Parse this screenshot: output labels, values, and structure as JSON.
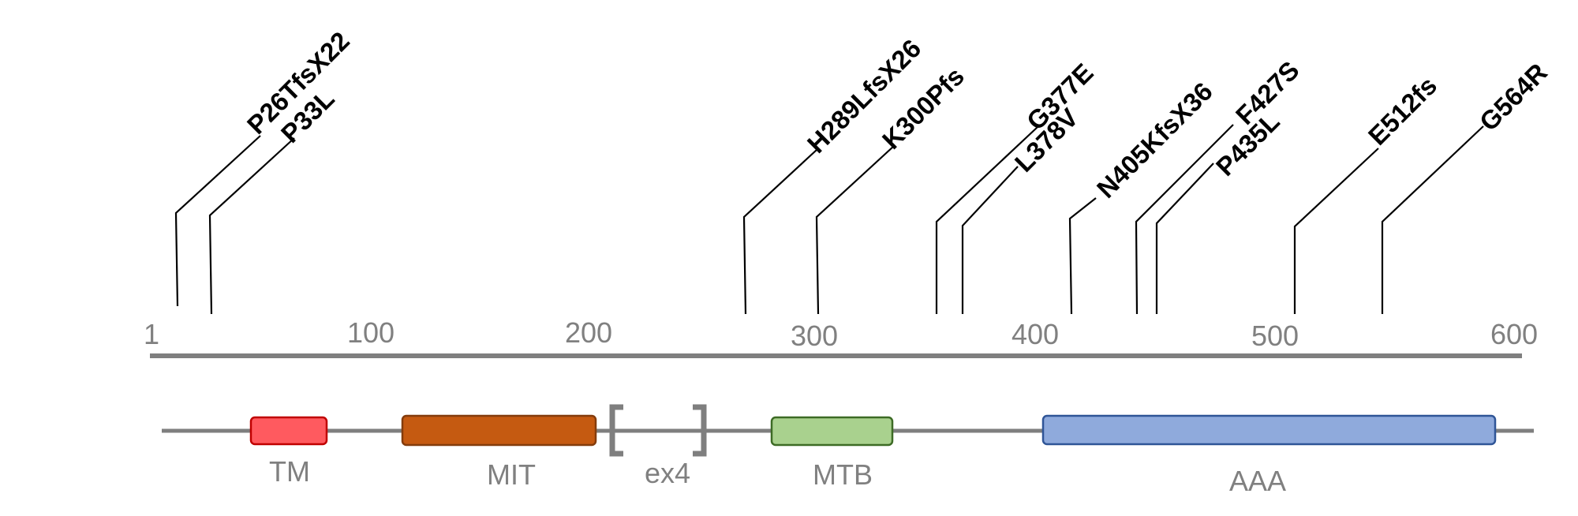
{
  "axis": {
    "ticks": [
      {
        "value": 1,
        "label": "1"
      },
      {
        "value": 100,
        "label": "100"
      },
      {
        "value": 200,
        "label": "200"
      },
      {
        "value": 300,
        "label": "300"
      },
      {
        "value": 400,
        "label": "400"
      },
      {
        "value": 500,
        "label": "500"
      },
      {
        "value": 600,
        "label": "600"
      }
    ],
    "color": "#7f7f7f"
  },
  "mutations": [
    {
      "label": "P26TfsX22",
      "position": 26
    },
    {
      "label": "P33L",
      "position": 33
    },
    {
      "label": "H289LfsX26",
      "position": 289
    },
    {
      "label": "K300Pfs",
      "position": 300
    },
    {
      "label": "G377E",
      "position": 377
    },
    {
      "label": "L378V",
      "position": 378
    },
    {
      "label": "N405KfsX36",
      "position": 405
    },
    {
      "label": "F427S",
      "position": 427
    },
    {
      "label": "P435L",
      "position": 435
    },
    {
      "label": "E512fs",
      "position": 512
    },
    {
      "label": "G564R",
      "position": 564
    }
  ],
  "domains": [
    {
      "label": "TM",
      "fill": "#ff5a5f",
      "stroke": "#c00000"
    },
    {
      "label": "MIT",
      "fill": "#c55a11",
      "stroke": "#843c0c"
    },
    {
      "label": "ex4",
      "fill": "none",
      "stroke": "#7f7f7f"
    },
    {
      "label": "MTB",
      "fill": "#a9d18e",
      "stroke": "#3d6b25"
    },
    {
      "label": "AAA",
      "fill": "#8faadc",
      "stroke": "#2f5597"
    }
  ],
  "colors": {
    "backbone": "#7f7f7f",
    "text_gray": "#808080",
    "mutation_text": "#000000"
  }
}
